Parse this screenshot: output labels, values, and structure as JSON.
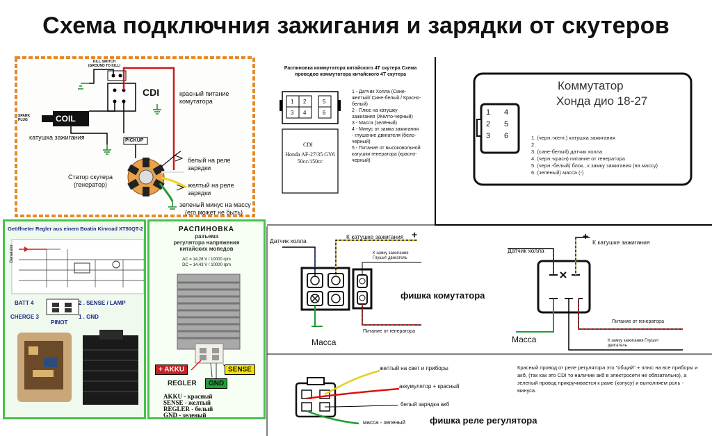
{
  "title": "Схема подключния зажигания и зарядки от скутеров",
  "panel1": {
    "kill_switch": "KILL SWITCH (GROUND TO KILL)",
    "cdi": "CDI",
    "coil": "COIL",
    "spark_plug": "SPARK PLUG",
    "pickup": "PICKUP",
    "red_power": "красный питание комутатора",
    "coil_label": "катушка зажигания",
    "stator": "Статор скутера (генератор)",
    "white_relay": "белый на реле",
    "white_relay2": "зарядки",
    "yellow_relay": "желтый  на реле",
    "yellow_relay2": "зарядки",
    "green_minus": "зеленый минус на массу",
    "green_minus2": "(его может не быть)"
  },
  "panel2": {
    "header": "Распиновка коммутатора китайского 4Т скутера Схема проводов коммутатора китайского 4Т скутера",
    "pins": [
      "1",
      "2",
      "3",
      "4",
      "5",
      "6"
    ],
    "cdi": "CDI",
    "model": "Honda AF-27/35 GY6 50cc/150cc",
    "desc": [
      "1 - Датчик Холла (Сине-желтый/ Сине-белый / Красно-белый)",
      "2 - Плюс на катушку зажигания (Желто-черный)",
      "3 - Масса (зелёный)",
      "4 - Минус от замка зажигания - глушение двигателя (бело-черный)",
      "5 - Питание от высоковольной катушки генератора (красно-черный)"
    ]
  },
  "panel3": {
    "title1": "Коммутатор",
    "title2": "Хонда  дио 18-27",
    "pins_left": [
      "1",
      "2",
      "3"
    ],
    "pins_right": [
      "4",
      "5",
      "6"
    ],
    "items": [
      "1. (черн.-желт.) катушка зажигания",
      "2.",
      "3. (сине-белый) датчик холла",
      "4. (черн.-красн) питание от генератора",
      "5. (черн.-белый) блок., к замку зажигания (на массу)",
      "6. (зеленый) масса (-)"
    ]
  },
  "panel4": {
    "header": "Geöffneter Regler aus einem Boatin Kinroad XT50QT-2",
    "batt": "BATT 4",
    "sense": "2 . SENSE / LAMP",
    "cherge": "CHERGE 3",
    "gnd": "1 . GND",
    "pinot": "PINOT",
    "generator": "Generator"
  },
  "panel5": {
    "title1": "РАСПИНОВКА",
    "title2": "разъема",
    "title3": "регулятора напряжения",
    "title4": "китайских мопедов",
    "ac": "AC = 14,28 V / 10000 rpm",
    "dc": "DC = 14,43 V / 10000 rpm",
    "akku": "+ AKKU",
    "sense": "SENSE",
    "regler": "REGLER",
    "gnd": "GND",
    "legend": [
      "AKKU - красный",
      "SENSE - желтый",
      "REGLER - белый",
      "GND - зеленый"
    ]
  },
  "panel6": {
    "hall": "Датчик холла",
    "to_coil": "К катушке зажигания",
    "plus": "+",
    "to_lock": "К замку зажигания Глушит двигатель",
    "connector": "фишка комутатора",
    "ground": "Масса",
    "gen_power": "Питание от генератора",
    "hall2": "Датчик холла",
    "to_coil2": "К катушке зажигания",
    "plus2": "+",
    "gen_power2": "Питание от генератора",
    "ground2": "Масса",
    "to_lock2": "К замку зажигания Глушит двигатель"
  },
  "panel7": {
    "yellow": "желтый на свет и приборы",
    "red": "аккумулятор + красный",
    "white": "белый зарядка акб",
    "green": "масса - зеленый",
    "connector": "фишка реле регулятора",
    "note": "Красный провод от реле регулятора это \"общий\" + плюс на все приборы и акб, (так как это CDI то наличие акб в электросети не обязательно), а зеленый провод  прикручивается к раме (копусу) и выполняем роль - минуса."
  }
}
